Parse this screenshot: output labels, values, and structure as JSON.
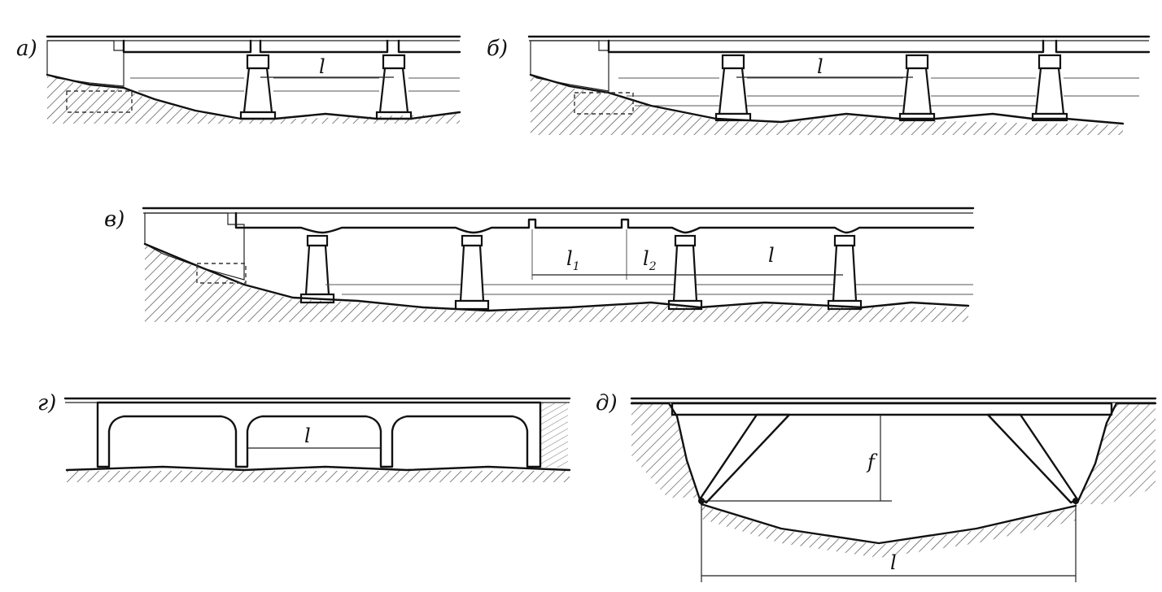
{
  "panels": [
    {
      "id": "a",
      "label": "а)",
      "dims": [
        {
          "text": "l"
        }
      ]
    },
    {
      "id": "b",
      "label": "б)",
      "dims": [
        {
          "text": "l"
        }
      ]
    },
    {
      "id": "v",
      "label": "в)",
      "dims": [
        {
          "text": "l",
          "sub": "1"
        },
        {
          "text": "l",
          "sub": "2"
        },
        {
          "text": "l"
        }
      ]
    },
    {
      "id": "g",
      "label": "г)",
      "dims": [
        {
          "text": "l"
        }
      ]
    },
    {
      "id": "d",
      "label": "д)",
      "dims": [
        {
          "text": "f"
        },
        {
          "text": "l"
        }
      ]
    }
  ]
}
